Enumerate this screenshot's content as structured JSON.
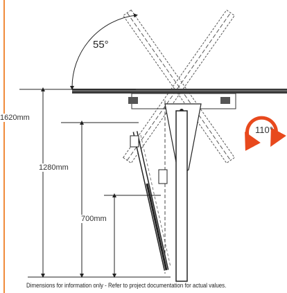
{
  "diagram": {
    "angle_tilt": "55°",
    "rotation": "110°",
    "dimensions": {
      "overall_height": "1620mm",
      "mid_height": "1280mm",
      "low_height": "700mm"
    },
    "footnote": "Dimensions for information only - Refer to project documentation for actual values.",
    "colors": {
      "rotation_arrow": "#e8491d",
      "accent_edge": "#f08a3a",
      "line": "#1a1a1a"
    }
  }
}
